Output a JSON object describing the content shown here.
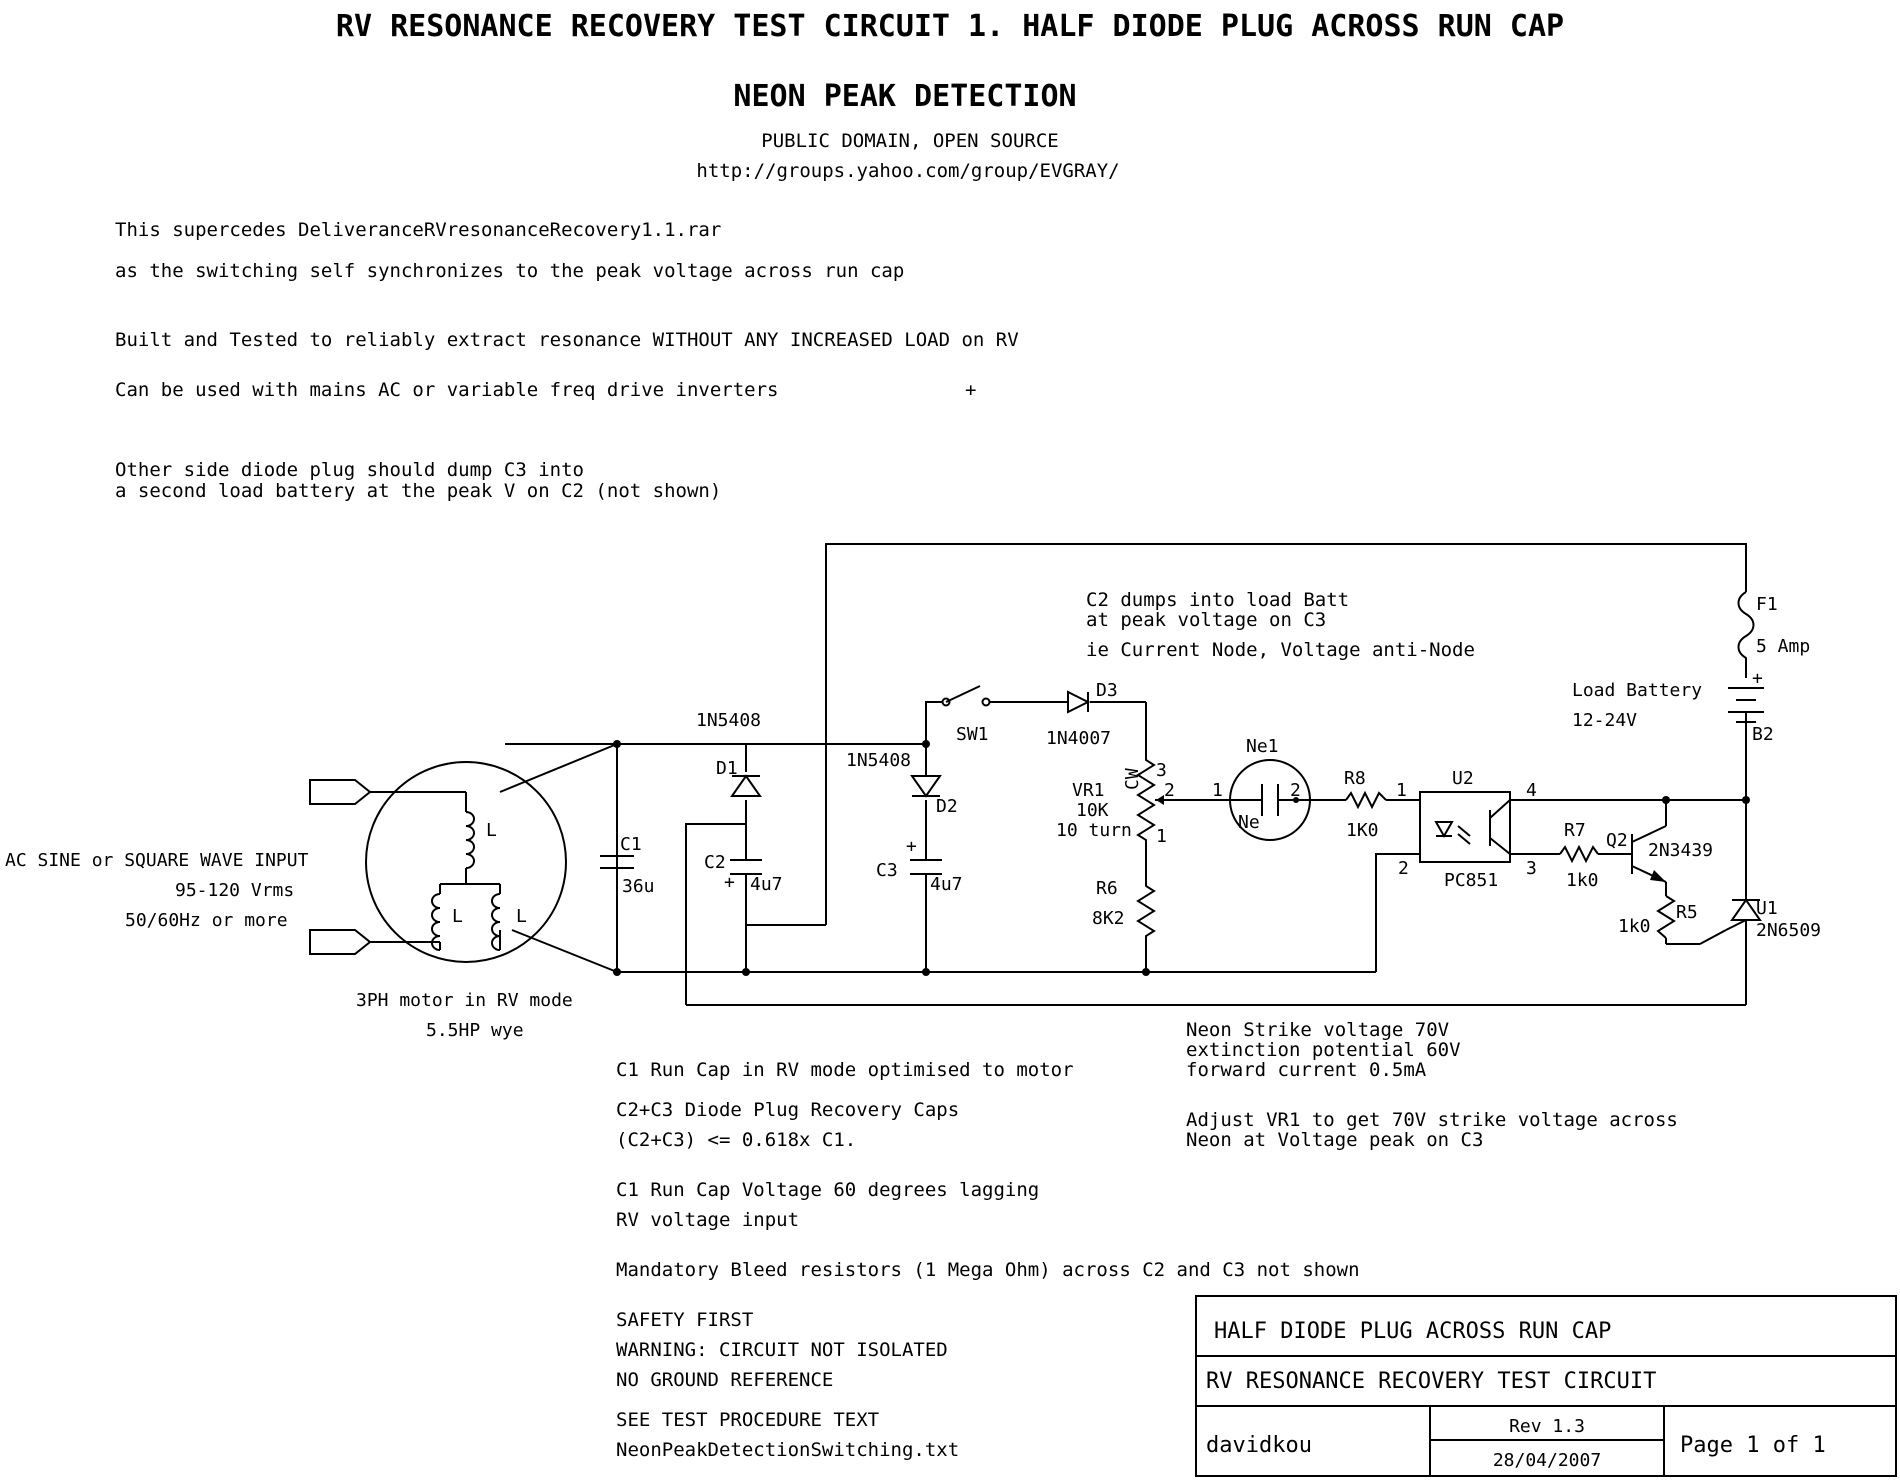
{
  "header": {
    "title": "RV RESONANCE RECOVERY TEST CIRCUIT  1. HALF DIODE PLUG ACROSS RUN CAP",
    "subtitle": "NEON  PEAK DETECTION",
    "license": "PUBLIC DOMAIN, OPEN SOURCE",
    "url": "http://groups.yahoo.com/group/EVGRAY/"
  },
  "notes": {
    "n1": "This supercedes DeliveranceRVresonanceRecovery1.1.rar",
    "n2": "as the switching self synchronizes to the peak voltage across run cap",
    "n3": "Built and Tested to reliably extract resonance WITHOUT ANY INCREASED LOAD on RV",
    "n4": "Can be used with mains AC or variable freq drive inverters",
    "n4_plus": "+",
    "n5a": "Other side diode plug should dump C3 into",
    "n5b": "a second load battery at the peak V on C2 (not shown)",
    "c2_dump_a": "C2 dumps into load Batt",
    "c2_dump_b": "at peak voltage on C3",
    "c2_dump_c": "ie Current Node, Voltage anti-Node",
    "neon_a": "Neon Strike voltage 70V",
    "neon_b": "extinction potential 60V",
    "neon_c": "forward current 0.5mA",
    "adj_a": "Adjust VR1 to get 70V strike voltage across",
    "adj_b": "Neon at Voltage peak on C3",
    "run_cap": "C1 Run Cap in RV mode optimised to motor",
    "diode_caps": "C2+C3 Diode Plug Recovery Caps",
    "ratio": "(C2+C3) <= 0.618x C1.",
    "lag_a": "C1 Run Cap Voltage 60 degrees lagging",
    "lag_b": "RV voltage input",
    "bleed": "Mandatory Bleed resistors (1 Mega Ohm) across C2 and C3 not shown",
    "safety1": "SAFETY FIRST",
    "safety2": "WARNING: CIRCUIT NOT ISOLATED",
    "safety3": "NO GROUND REFERENCE",
    "safety4": "SEE TEST PROCEDURE TEXT",
    "safety5": "NeonPeakDetectionSwitching.txt"
  },
  "input": {
    "label": "AC SINE or SQUARE WAVE INPUT",
    "voltage": "95-120 Vrms",
    "freq": "50/60Hz or more"
  },
  "motor": {
    "l": "L",
    "label1": "3PH motor in RV mode",
    "label2": "5.5HP wye"
  },
  "components": {
    "c1": "C1",
    "c1_val": "36u",
    "d1_part": "1N5408",
    "d1": "D1",
    "c2": "C2",
    "c2_val": "4u7",
    "plus": "+",
    "d2_part": "1N5408",
    "d2": "D2",
    "c3": "C3",
    "c3_val": "4u7",
    "sw1": "SW1",
    "d3": "D3",
    "d3_part": "1N4007",
    "vr1": "VR1",
    "vr1_val": "10K",
    "vr1_turn": "10 turn",
    "cw": "CW",
    "pin1": "1",
    "pin2": "2",
    "pin3": "3",
    "pin4": "4",
    "r6": "R6",
    "r6_val": "8K2",
    "ne1": "Ne1",
    "ne": "Ne",
    "r8": "R8",
    "r8_val": "1K0",
    "u2": "U2",
    "u2_part": "PC851",
    "r7": "R7",
    "r7_val": "1k0",
    "q2": "Q2",
    "q2_part": "2N3439",
    "r5": "R5",
    "r5_val": "1k0",
    "u1": "U1",
    "u1_part": "2N6509",
    "f1": "F1",
    "f1_val": "5 Amp",
    "batt": "Load Battery",
    "batt_val": "12-24V",
    "b2": "B2"
  },
  "titleblock": {
    "line1": "HALF DIODE PLUG ACROSS RUN CAP",
    "line2": "RV RESONANCE RECOVERY TEST CIRCUIT",
    "author": "davidkou",
    "rev": "Rev 1.3",
    "date": "28/04/2007",
    "page": "Page 1 of 1"
  }
}
